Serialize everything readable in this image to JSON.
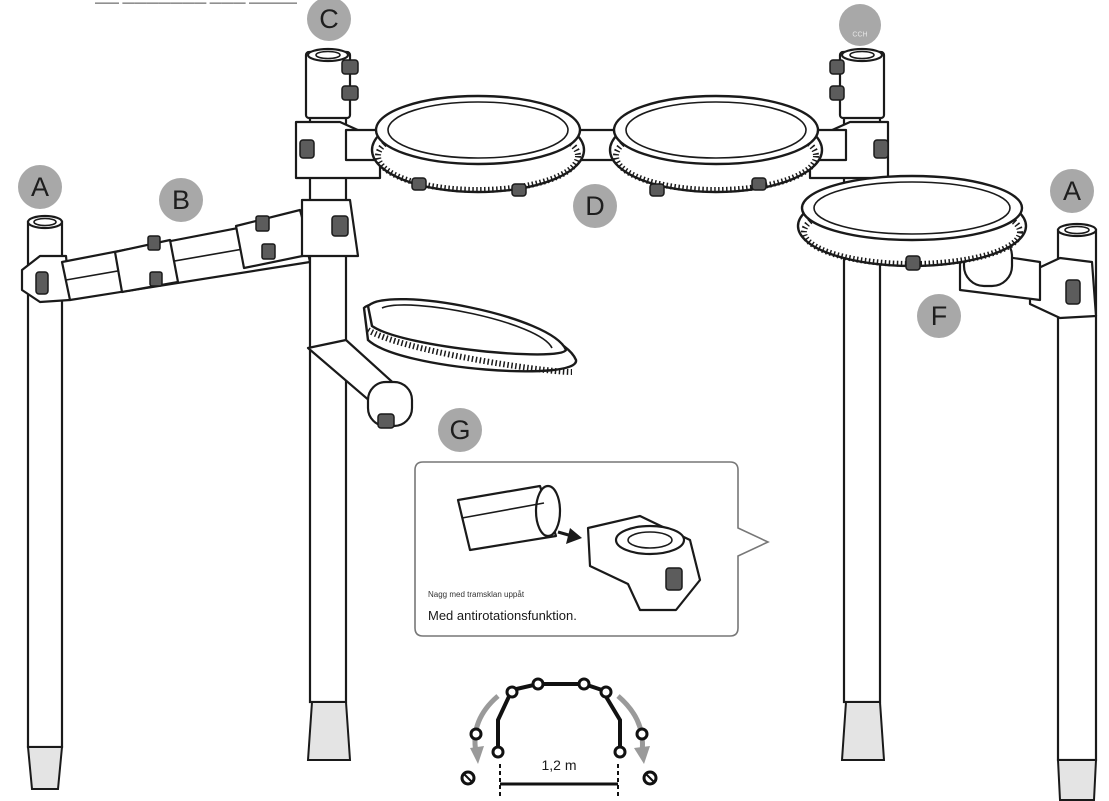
{
  "header_text": "—— ——————— ——— ————",
  "labels": {
    "A_left": "A",
    "A_right": "A",
    "B": "B",
    "C": "C",
    "C_right": "CCH",
    "D": "D",
    "F": "F",
    "G": "G"
  },
  "inset": {
    "note": "Nagg med tramsklan uppåt",
    "caption": "Med antirotationsfunktion."
  },
  "measurement": {
    "distance": "1,2 m"
  },
  "colors": {
    "badge": "#a8a8a8",
    "line": "#1a1a1a",
    "foot": "#e4e4e4",
    "arrow": "#9a9a9a"
  }
}
